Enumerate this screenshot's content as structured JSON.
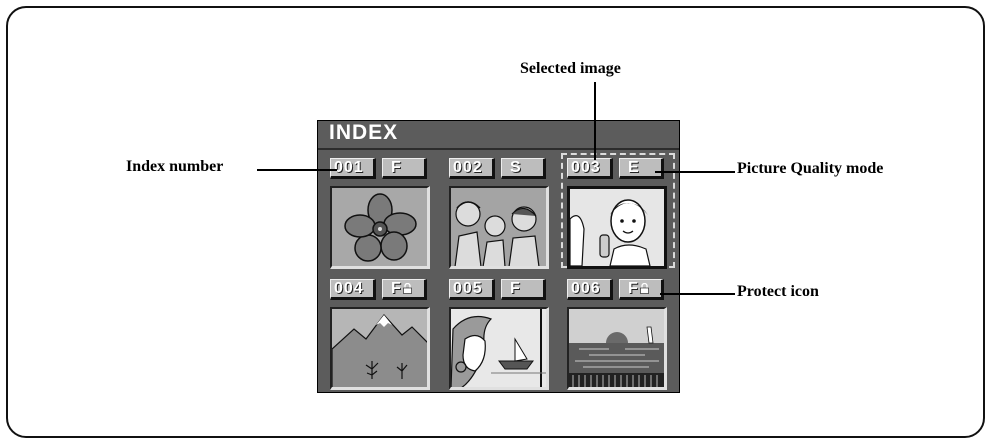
{
  "screen": {
    "title": "INDEX"
  },
  "callouts": {
    "selected_image": "Selected image",
    "index_number": "Index number",
    "picture_quality_mode": "Picture Quality mode",
    "protect_icon": "Protect icon"
  },
  "thumbnails": [
    {
      "index": "001",
      "quality": "F",
      "protected": false,
      "content": "flower"
    },
    {
      "index": "002",
      "quality": "S",
      "protected": false,
      "content": "people"
    },
    {
      "index": "003",
      "quality": "E",
      "protected": false,
      "content": "woman-with-phone",
      "selected": true
    },
    {
      "index": "004",
      "quality": "F",
      "protected": true,
      "content": "mountain"
    },
    {
      "index": "005",
      "quality": "F",
      "protected": false,
      "content": "woman-with-boat"
    },
    {
      "index": "006",
      "quality": "F",
      "protected": true,
      "content": "sunset-sea"
    }
  ],
  "colors": {
    "screen": "#5c5c5c",
    "tag": "#bdbdbd",
    "thumbnail": "#9a9a9a"
  }
}
